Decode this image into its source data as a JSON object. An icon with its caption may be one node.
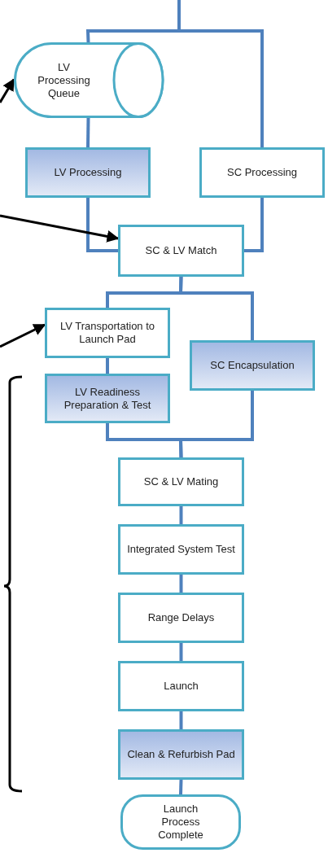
{
  "diagram": {
    "nodes": [
      {
        "text": [
          "LV Processing Queue"
        ]
      },
      {
        "text": [
          "LV Processing"
        ]
      },
      {
        "text": [
          "SC Processing"
        ]
      },
      {
        "text": [
          "SC & LV Match"
        ]
      },
      {
        "text": [
          "LV Transportation to Launch Pad"
        ]
      },
      {
        "text": [
          "SC Encapsulation"
        ]
      },
      {
        "text": [
          "LV Readiness Preparation & Test"
        ]
      },
      {
        "text": [
          "SC & LV Mating"
        ]
      },
      {
        "text": [
          "Integrated System Test"
        ]
      },
      {
        "text": [
          "Range Delays"
        ]
      },
      {
        "text": [
          "Launch"
        ]
      },
      {
        "text": [
          "Clean & Refurbish Pad"
        ]
      },
      {
        "text": [
          "Launch Process Complete"
        ]
      }
    ],
    "edges": [
      {
        "from": null,
        "to": 0,
        "arrow": "none"
      },
      {
        "from": null,
        "to": 2,
        "arrow": "none"
      },
      {
        "from": 0,
        "to": 1,
        "arrow": "none"
      },
      {
        "from": 1,
        "to": 3,
        "arrow": "none"
      },
      {
        "from": 2,
        "to": 3,
        "arrow": "none"
      },
      {
        "from": 3,
        "to": 4,
        "arrow": "none"
      },
      {
        "from": 3,
        "to": 5,
        "arrow": "none"
      },
      {
        "from": 4,
        "to": 6,
        "arrow": "none"
      },
      {
        "from": 6,
        "to": 7,
        "arrow": "none"
      },
      {
        "from": 5,
        "to": 7,
        "arrow": "none"
      },
      {
        "from": 7,
        "to": 8,
        "arrow": "none"
      },
      {
        "from": 8,
        "to": 9,
        "arrow": "none"
      },
      {
        "from": 9,
        "to": 10,
        "arrow": "none"
      },
      {
        "from": 10,
        "to": 11,
        "arrow": "none"
      },
      {
        "from": 11,
        "to": 12,
        "arrow": "none"
      },
      {
        "from": null,
        "to": 0,
        "arrow": "to",
        "color": "#000000"
      },
      {
        "from": null,
        "to": 3,
        "arrow": "to",
        "color": "#000000"
      },
      {
        "from": null,
        "to": 4,
        "arrow": "to",
        "color": "#000000"
      }
    ]
  }
}
